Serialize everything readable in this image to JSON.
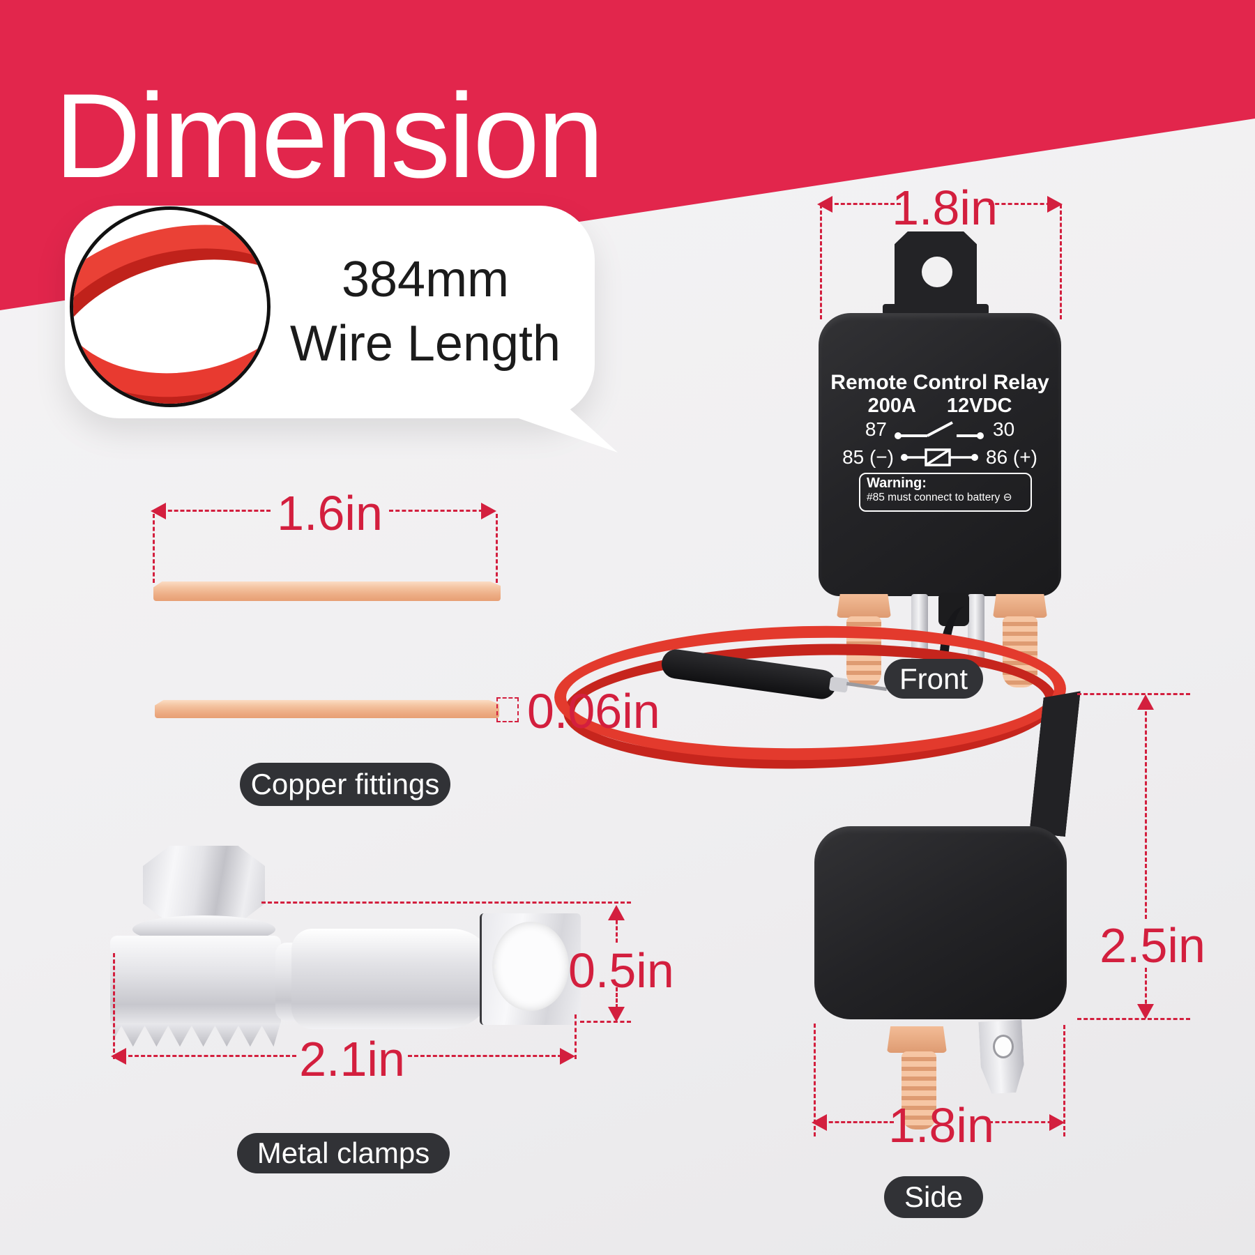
{
  "title": "Dimension",
  "colors": {
    "banner_red": "#E2264C",
    "dimension_red": "#D31F3E",
    "relay_black": "#232326",
    "pill_dark": "#313236",
    "copper": "#EDAD85",
    "wire_red": "#E83A30"
  },
  "bubble": {
    "line1": "384mm",
    "line2": "Wire Length"
  },
  "front_view": {
    "width_label": "1.8in",
    "view_label": "Front",
    "relay": {
      "title": "Remote Control Relay",
      "rating": "200A",
      "voltage": "12VDC",
      "pin_left": "87",
      "pin_right": "30",
      "coil_left": "85 (−)",
      "coil_right": "86 (+)",
      "warning_title": "Warning:",
      "warning_text": "#85 must connect to battery ⊖"
    }
  },
  "copper_fittings": {
    "length_label": "1.6in",
    "thickness_label": "0.06in",
    "badge": "Copper fittings"
  },
  "metal_clamps": {
    "height_label": "0.5in",
    "width_label": "2.1in",
    "badge": "Metal clamps"
  },
  "side_view": {
    "height_label": "2.5in",
    "width_label": "1.8in",
    "view_label": "Side"
  }
}
